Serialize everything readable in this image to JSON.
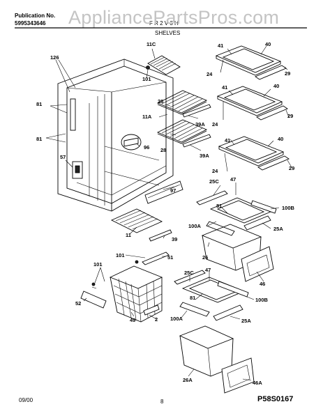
{
  "header": {
    "publication_label": "Publication No.",
    "publication_number": "5995343646",
    "model_partial": "F R 2 V 3 H",
    "watermark": "AppliancePartsPros.com",
    "section_title": "SHELVES"
  },
  "footer": {
    "date": "09/00",
    "page": "8",
    "code": "P58S0167"
  },
  "callouts": {
    "c11c": "11C",
    "c41a": "41",
    "c40a": "40",
    "c24a": "24",
    "c29a": "29",
    "c126": "126",
    "c101a": "101",
    "c41b": "41",
    "c40b": "40",
    "c29b": "29",
    "c24b": "24",
    "c81a": "81",
    "c28a": "28",
    "c11a": "11A",
    "c39aa": "39A",
    "c81b": "81",
    "c96": "96",
    "c28b": "28",
    "c39ab": "39A",
    "c41c": "41",
    "c40c": "40",
    "c24c": "24",
    "c29c": "29",
    "c57": "57",
    "c97": "97",
    "c25ca": "25C",
    "c47a": "47",
    "c81c": "81",
    "c100ba": "100B",
    "c100aa": "100A",
    "c25aa": "25A",
    "c11": "11",
    "c39": "39",
    "c26": "26",
    "c101b": "101",
    "c51": "51",
    "c101c": "101",
    "c46": "46",
    "c25cb": "25C",
    "c47b": "47",
    "c81d": "81",
    "c100bb": "100B",
    "c52": "52",
    "c49": "49",
    "c2": "2",
    "c100ab": "100A",
    "c25ab": "25A",
    "c26a": "26A",
    "c46a": "46A"
  }
}
